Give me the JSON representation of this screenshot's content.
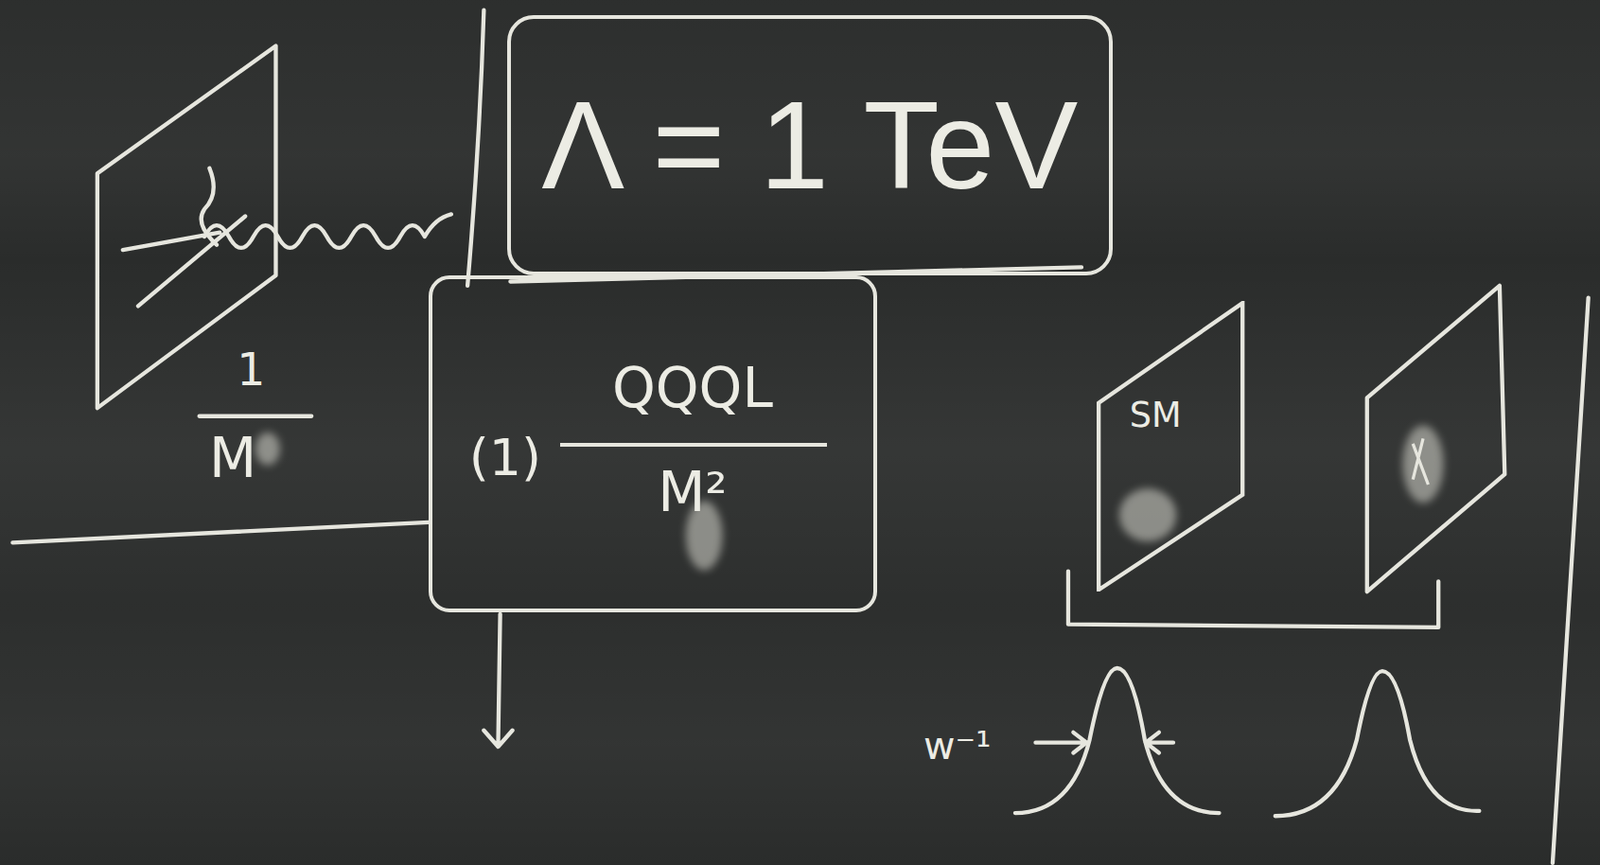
{
  "diagram": {
    "nodes": [
      {
        "text": [
          "Λ = 1 TeV"
        ]
      },
      {
        "text": [
          "(1)",
          "QQQL",
          "M²"
        ]
      },
      {
        "text": [
          "SM"
        ]
      }
    ],
    "labels": [
      "1",
      "M",
      "w⁻¹"
    ]
  }
}
